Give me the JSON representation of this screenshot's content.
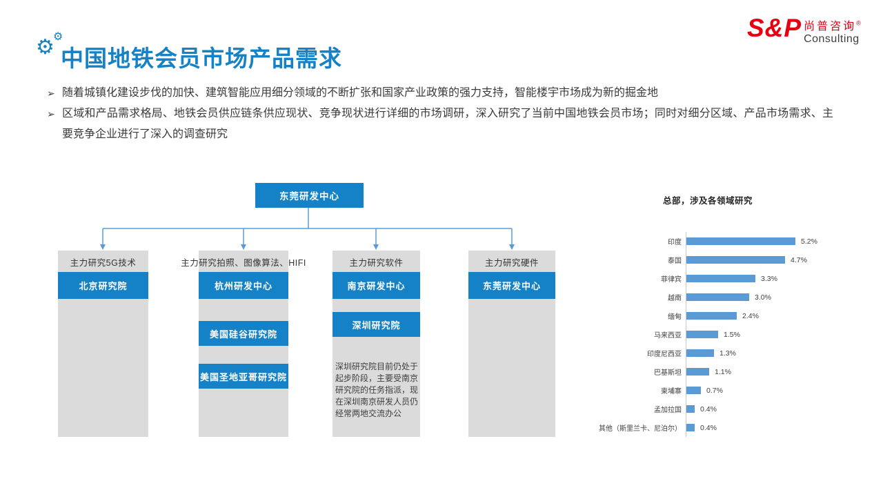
{
  "header": {
    "title": "中国地铁会员市场产品需求",
    "gear_icon": "⚙",
    "logo": {
      "sp": "S&P",
      "cn": "尚普咨询",
      "reg": "®",
      "en": "Consulting"
    }
  },
  "bullets": [
    {
      "marker": "➢",
      "text": "随着城镇化建设步伐的加快、建筑智能应用细分领域的不断扩张和国家产业政策的强力支持，智能楼宇市场成为新的掘金地"
    },
    {
      "marker": "➢",
      "text": "区域和产品需求格局、地铁会员供应链条供应现状、竞争现状进行详细的市场调研，深入研究了当前中国地铁会员市场；同时对细分区域、产品市场需求、主要竞争企业进行了深入的调查研究"
    }
  ],
  "org_chart": {
    "root": "东莞研发中心",
    "columns": [
      {
        "header": "主力研究5G技术",
        "boxes": [
          "北京研究院"
        ],
        "note": ""
      },
      {
        "header": "主力研究拍照、图像算法、HIFI",
        "boxes": [
          "杭州研发中心",
          "美国硅谷研究院",
          "美国圣地亚哥研究院"
        ],
        "note": ""
      },
      {
        "header": "主力研究软件",
        "boxes": [
          "南京研发中心",
          "深圳研究院"
        ],
        "note": "深圳研究院目前仍处于起步阶段，主要受南京研究院的任务指派，现在深圳南京研发人员仍经常两地交流办公"
      },
      {
        "header": "主力研究硬件",
        "boxes": [
          "东莞研发中心"
        ],
        "note": ""
      }
    ]
  },
  "chart_data": {
    "type": "bar",
    "orientation": "horizontal",
    "title": "总部，涉及各领域研究",
    "categories": [
      "印度",
      "泰国",
      "菲律宾",
      "越南",
      "缅甸",
      "马来西亚",
      "印度尼西亚",
      "巴基斯坦",
      "柬埔寨",
      "孟加拉国",
      "其他（斯里兰卡、尼泊尔）"
    ],
    "values": [
      5.2,
      4.7,
      3.3,
      3.0,
      2.4,
      1.5,
      1.3,
      1.1,
      0.7,
      0.4,
      0.4
    ],
    "value_labels": [
      "5.2%",
      "4.7%",
      "3.3%",
      "3.0%",
      "2.4%",
      "1.5%",
      "1.3%",
      "1.1%",
      "0.7%",
      "0.4%",
      "0.4%"
    ],
    "xlim": [
      0,
      6
    ],
    "bar_color": "#5B9BD5",
    "grid": false,
    "legend": "none"
  },
  "colors": {
    "accent_blue": "#1581C6",
    "bar_blue": "#5B9BD5",
    "column_gray": "#DBDBDB",
    "logo_red": "#E60012",
    "connector_blue": "#5B9BD5"
  }
}
